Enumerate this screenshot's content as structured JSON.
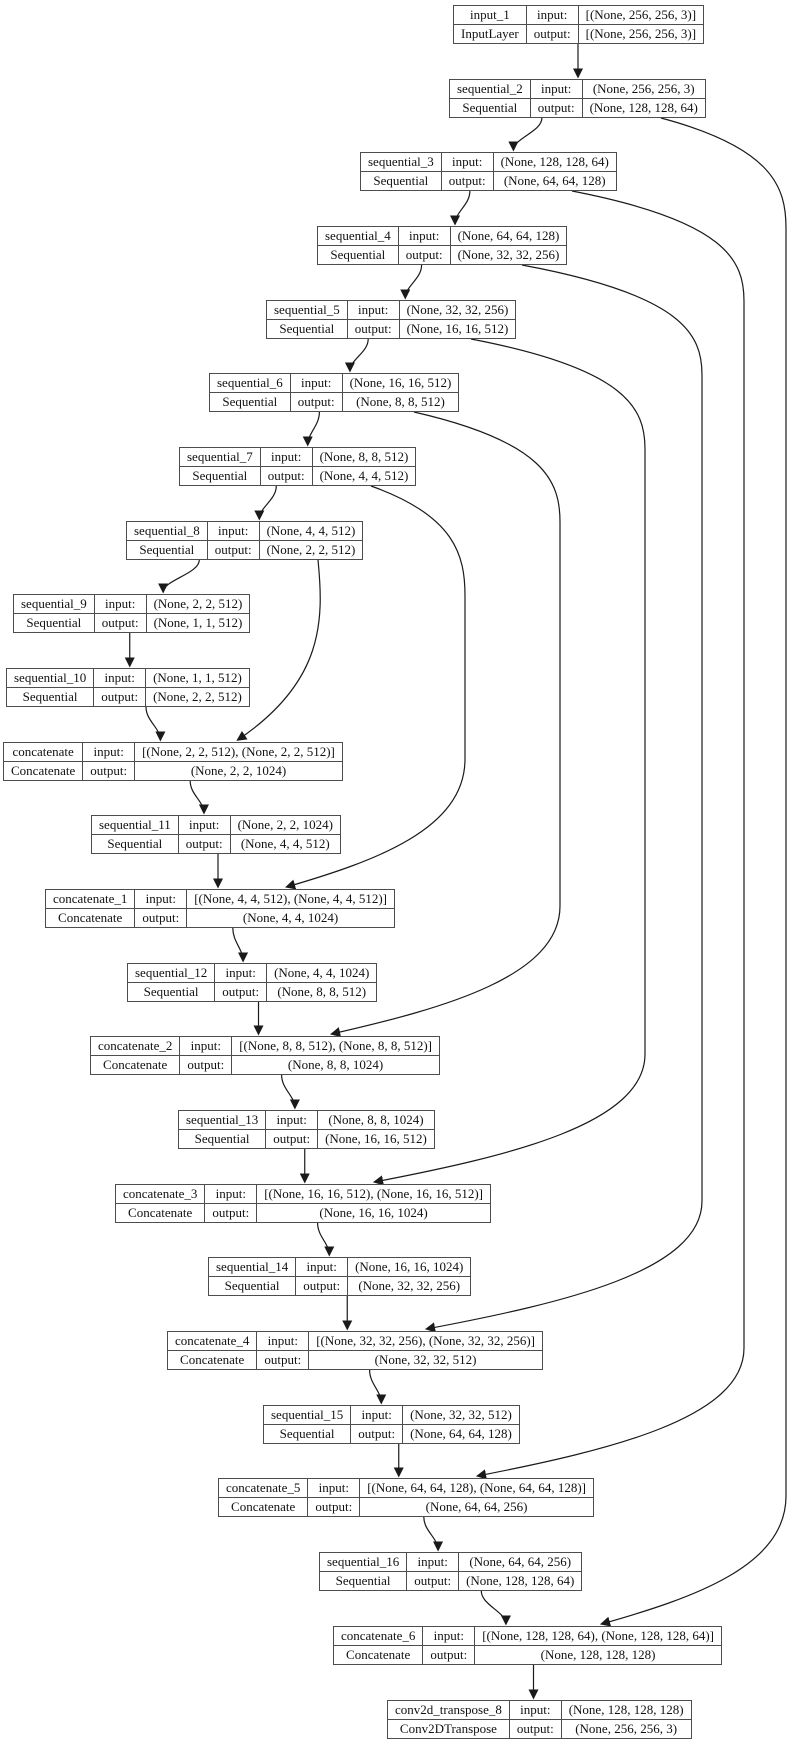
{
  "diagram": {
    "kind": "keras-model-architecture-graph",
    "colors": {
      "node_border": "#4d4d4d",
      "edge": "#1a1a1a",
      "background": "#ffffff",
      "text": "#111111"
    },
    "io_labels": {
      "input": "input:",
      "output": "output:"
    },
    "nodes": [
      {
        "id": "input_1",
        "name": "input_1",
        "type": "InputLayer",
        "input": "[(None, 256, 256, 3)]",
        "output": "[(None, 256, 256, 3)]"
      },
      {
        "id": "sequential_2",
        "name": "sequential_2",
        "type": "Sequential",
        "input": "(None, 256, 256, 3)",
        "output": "(None, 128, 128, 64)"
      },
      {
        "id": "sequential_3",
        "name": "sequential_3",
        "type": "Sequential",
        "input": "(None, 128, 128, 64)",
        "output": "(None, 64, 64, 128)"
      },
      {
        "id": "sequential_4",
        "name": "sequential_4",
        "type": "Sequential",
        "input": "(None, 64, 64, 128)",
        "output": "(None, 32, 32, 256)"
      },
      {
        "id": "sequential_5",
        "name": "sequential_5",
        "type": "Sequential",
        "input": "(None, 32, 32, 256)",
        "output": "(None, 16, 16, 512)"
      },
      {
        "id": "sequential_6",
        "name": "sequential_6",
        "type": "Sequential",
        "input": "(None, 16, 16, 512)",
        "output": "(None, 8, 8, 512)"
      },
      {
        "id": "sequential_7",
        "name": "sequential_7",
        "type": "Sequential",
        "input": "(None, 8, 8, 512)",
        "output": "(None, 4, 4, 512)"
      },
      {
        "id": "sequential_8",
        "name": "sequential_8",
        "type": "Sequential",
        "input": "(None, 4, 4, 512)",
        "output": "(None, 2, 2, 512)"
      },
      {
        "id": "sequential_9",
        "name": "sequential_9",
        "type": "Sequential",
        "input": "(None, 2, 2, 512)",
        "output": "(None, 1, 1, 512)"
      },
      {
        "id": "sequential_10",
        "name": "sequential_10",
        "type": "Sequential",
        "input": "(None, 1, 1, 512)",
        "output": "(None, 2, 2, 512)"
      },
      {
        "id": "concatenate",
        "name": "concatenate",
        "type": "Concatenate",
        "input": "[(None, 2, 2, 512), (None, 2, 2, 512)]",
        "output": "(None, 2, 2, 1024)"
      },
      {
        "id": "sequential_11",
        "name": "sequential_11",
        "type": "Sequential",
        "input": "(None, 2, 2, 1024)",
        "output": "(None, 4, 4, 512)"
      },
      {
        "id": "concatenate_1",
        "name": "concatenate_1",
        "type": "Concatenate",
        "input": "[(None, 4, 4, 512), (None, 4, 4, 512)]",
        "output": "(None, 4, 4, 1024)"
      },
      {
        "id": "sequential_12",
        "name": "sequential_12",
        "type": "Sequential",
        "input": "(None, 4, 4, 1024)",
        "output": "(None, 8, 8, 512)"
      },
      {
        "id": "concatenate_2",
        "name": "concatenate_2",
        "type": "Concatenate",
        "input": "[(None, 8, 8, 512), (None, 8, 8, 512)]",
        "output": "(None, 8, 8, 1024)"
      },
      {
        "id": "sequential_13",
        "name": "sequential_13",
        "type": "Sequential",
        "input": "(None, 8, 8, 1024)",
        "output": "(None, 16, 16, 512)"
      },
      {
        "id": "concatenate_3",
        "name": "concatenate_3",
        "type": "Concatenate",
        "input": "[(None, 16, 16, 512), (None, 16, 16, 512)]",
        "output": "(None, 16, 16, 1024)"
      },
      {
        "id": "sequential_14",
        "name": "sequential_14",
        "type": "Sequential",
        "input": "(None, 16, 16, 1024)",
        "output": "(None, 32, 32, 256)"
      },
      {
        "id": "concatenate_4",
        "name": "concatenate_4",
        "type": "Concatenate",
        "input": "[(None, 32, 32, 256), (None, 32, 32, 256)]",
        "output": "(None, 32, 32, 512)"
      },
      {
        "id": "sequential_15",
        "name": "sequential_15",
        "type": "Sequential",
        "input": "(None, 32, 32, 512)",
        "output": "(None, 64, 64, 128)"
      },
      {
        "id": "concatenate_5",
        "name": "concatenate_5",
        "type": "Concatenate",
        "input": "[(None, 64, 64, 128), (None, 64, 64, 128)]",
        "output": "(None, 64, 64, 256)"
      },
      {
        "id": "sequential_16",
        "name": "sequential_16",
        "type": "Sequential",
        "input": "(None, 64, 64, 256)",
        "output": "(None, 128, 128, 64)"
      },
      {
        "id": "concatenate_6",
        "name": "concatenate_6",
        "type": "Concatenate",
        "input": "[(None, 128, 128, 64), (None, 128, 128, 64)]",
        "output": "(None, 128, 128, 128)"
      },
      {
        "id": "conv2d_transpose_8",
        "name": "conv2d_transpose_8",
        "type": "Conv2DTranspose",
        "input": "(None, 128, 128, 128)",
        "output": "(None, 256, 256, 3)"
      }
    ],
    "edges": [
      {
        "from": "input_1",
        "to": "sequential_2",
        "kind": "flow"
      },
      {
        "from": "sequential_2",
        "to": "sequential_3",
        "kind": "flow"
      },
      {
        "from": "sequential_3",
        "to": "sequential_4",
        "kind": "flow"
      },
      {
        "from": "sequential_4",
        "to": "sequential_5",
        "kind": "flow"
      },
      {
        "from": "sequential_5",
        "to": "sequential_6",
        "kind": "flow"
      },
      {
        "from": "sequential_6",
        "to": "sequential_7",
        "kind": "flow"
      },
      {
        "from": "sequential_7",
        "to": "sequential_8",
        "kind": "flow"
      },
      {
        "from": "sequential_8",
        "to": "sequential_9",
        "kind": "flow"
      },
      {
        "from": "sequential_9",
        "to": "sequential_10",
        "kind": "flow"
      },
      {
        "from": "sequential_10",
        "to": "concatenate",
        "kind": "flow"
      },
      {
        "from": "sequential_8",
        "to": "concatenate",
        "kind": "skip"
      },
      {
        "from": "concatenate",
        "to": "sequential_11",
        "kind": "flow"
      },
      {
        "from": "sequential_11",
        "to": "concatenate_1",
        "kind": "flow"
      },
      {
        "from": "sequential_7",
        "to": "concatenate_1",
        "kind": "skip"
      },
      {
        "from": "concatenate_1",
        "to": "sequential_12",
        "kind": "flow"
      },
      {
        "from": "sequential_12",
        "to": "concatenate_2",
        "kind": "flow"
      },
      {
        "from": "sequential_6",
        "to": "concatenate_2",
        "kind": "skip"
      },
      {
        "from": "concatenate_2",
        "to": "sequential_13",
        "kind": "flow"
      },
      {
        "from": "sequential_13",
        "to": "concatenate_3",
        "kind": "flow"
      },
      {
        "from": "sequential_5",
        "to": "concatenate_3",
        "kind": "skip"
      },
      {
        "from": "concatenate_3",
        "to": "sequential_14",
        "kind": "flow"
      },
      {
        "from": "sequential_14",
        "to": "concatenate_4",
        "kind": "flow"
      },
      {
        "from": "sequential_4",
        "to": "concatenate_4",
        "kind": "skip"
      },
      {
        "from": "concatenate_4",
        "to": "sequential_15",
        "kind": "flow"
      },
      {
        "from": "sequential_15",
        "to": "concatenate_5",
        "kind": "flow"
      },
      {
        "from": "sequential_3",
        "to": "concatenate_5",
        "kind": "skip"
      },
      {
        "from": "concatenate_5",
        "to": "sequential_16",
        "kind": "flow"
      },
      {
        "from": "sequential_16",
        "to": "concatenate_6",
        "kind": "flow"
      },
      {
        "from": "sequential_2",
        "to": "concatenate_6",
        "kind": "skip"
      },
      {
        "from": "concatenate_6",
        "to": "conv2d_transpose_8",
        "kind": "flow"
      }
    ]
  }
}
